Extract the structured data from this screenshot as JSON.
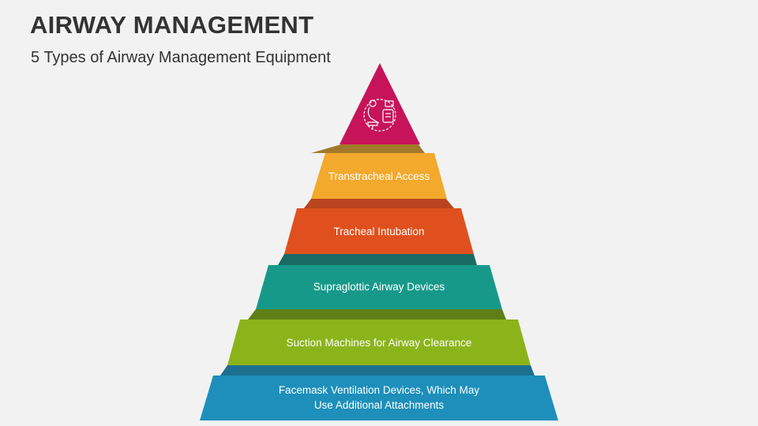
{
  "header": {
    "title": "AIRWAY MANAGEMENT",
    "subtitle": "5 Types of Airway Management Equipment"
  },
  "pyramid": {
    "apex": {
      "icon": "airway-equipment-icon",
      "color": "#c7135a"
    },
    "tiers": [
      {
        "lines": [
          "Transtracheal Access"
        ],
        "color": "#f2a92c"
      },
      {
        "lines": [
          "Tracheal Intubation"
        ],
        "color": "#e0501e"
      },
      {
        "lines": [
          "Supraglottic Airway Devices"
        ],
        "color": "#17998a"
      },
      {
        "lines": [
          "Suction Machines for Airway Clearance"
        ],
        "color": "#8bb41b"
      },
      {
        "lines": [
          "Facemask Ventilation Devices, Which May",
          "Use Additional Attachments"
        ],
        "color": "#1d8fba"
      }
    ]
  }
}
